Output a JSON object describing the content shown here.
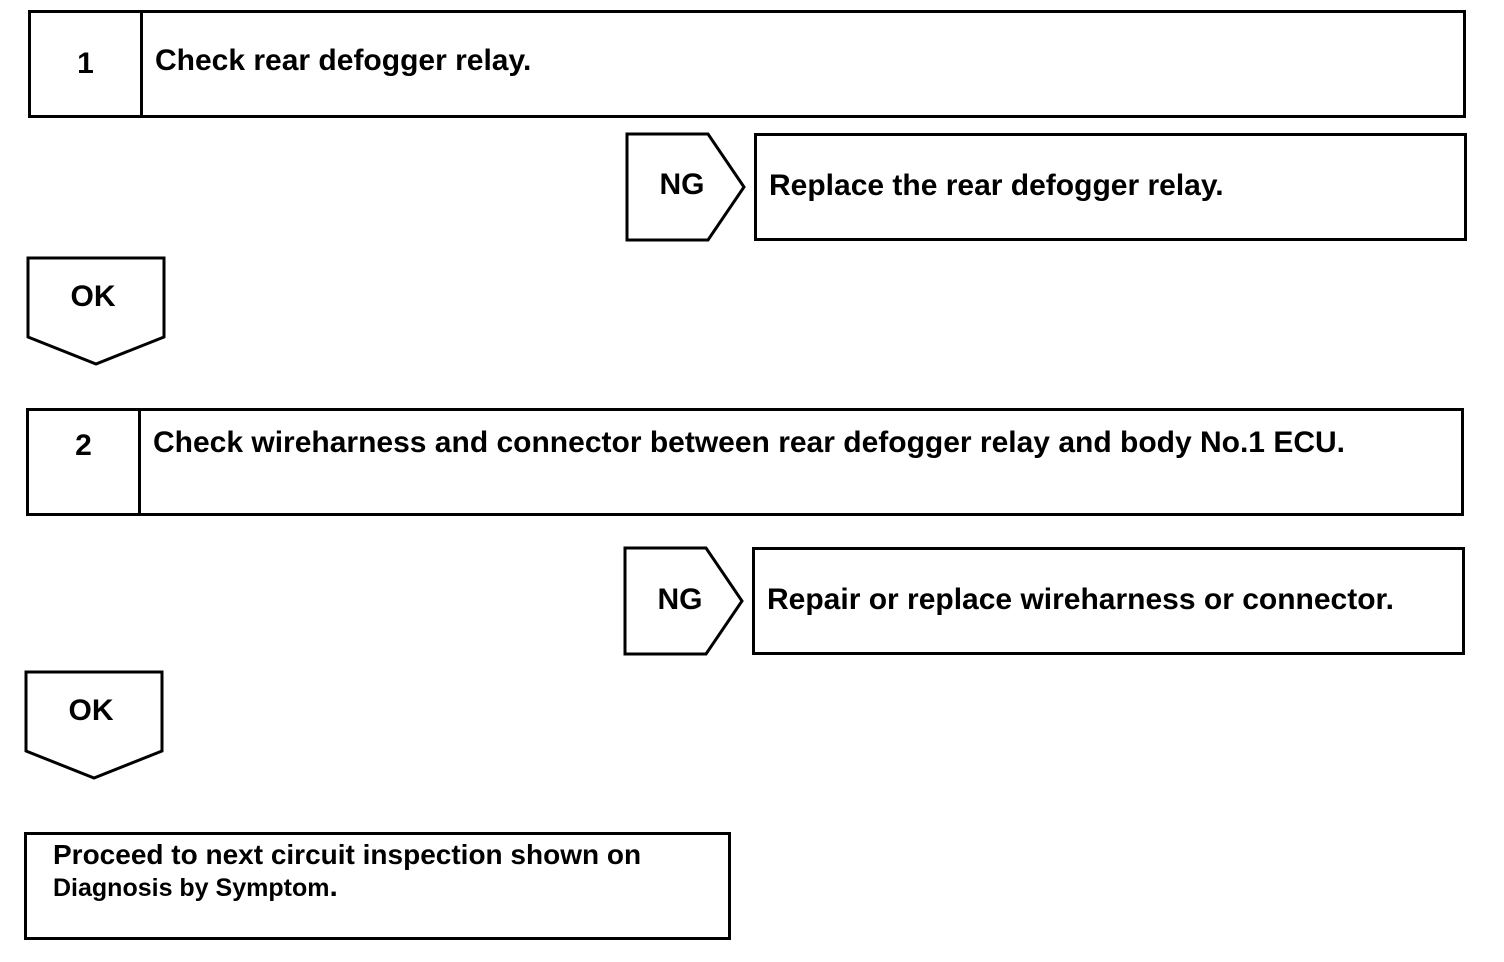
{
  "steps": [
    {
      "number": "1",
      "text": "Check rear defogger relay."
    },
    {
      "number": "2",
      "text": "Check wireharness and connector between rear defogger relay and body No.1 ECU."
    }
  ],
  "branches": [
    {
      "condition": "NG",
      "action": "Replace the rear defogger relay."
    },
    {
      "condition": "NG",
      "action": "Repair or replace wireharness or connector."
    }
  ],
  "continue_labels": [
    "OK",
    "OK"
  ],
  "final": {
    "line1": "Proceed to next circuit inspection shown on",
    "line2": "Diagnosis by Symptom",
    "line2_end": "."
  }
}
